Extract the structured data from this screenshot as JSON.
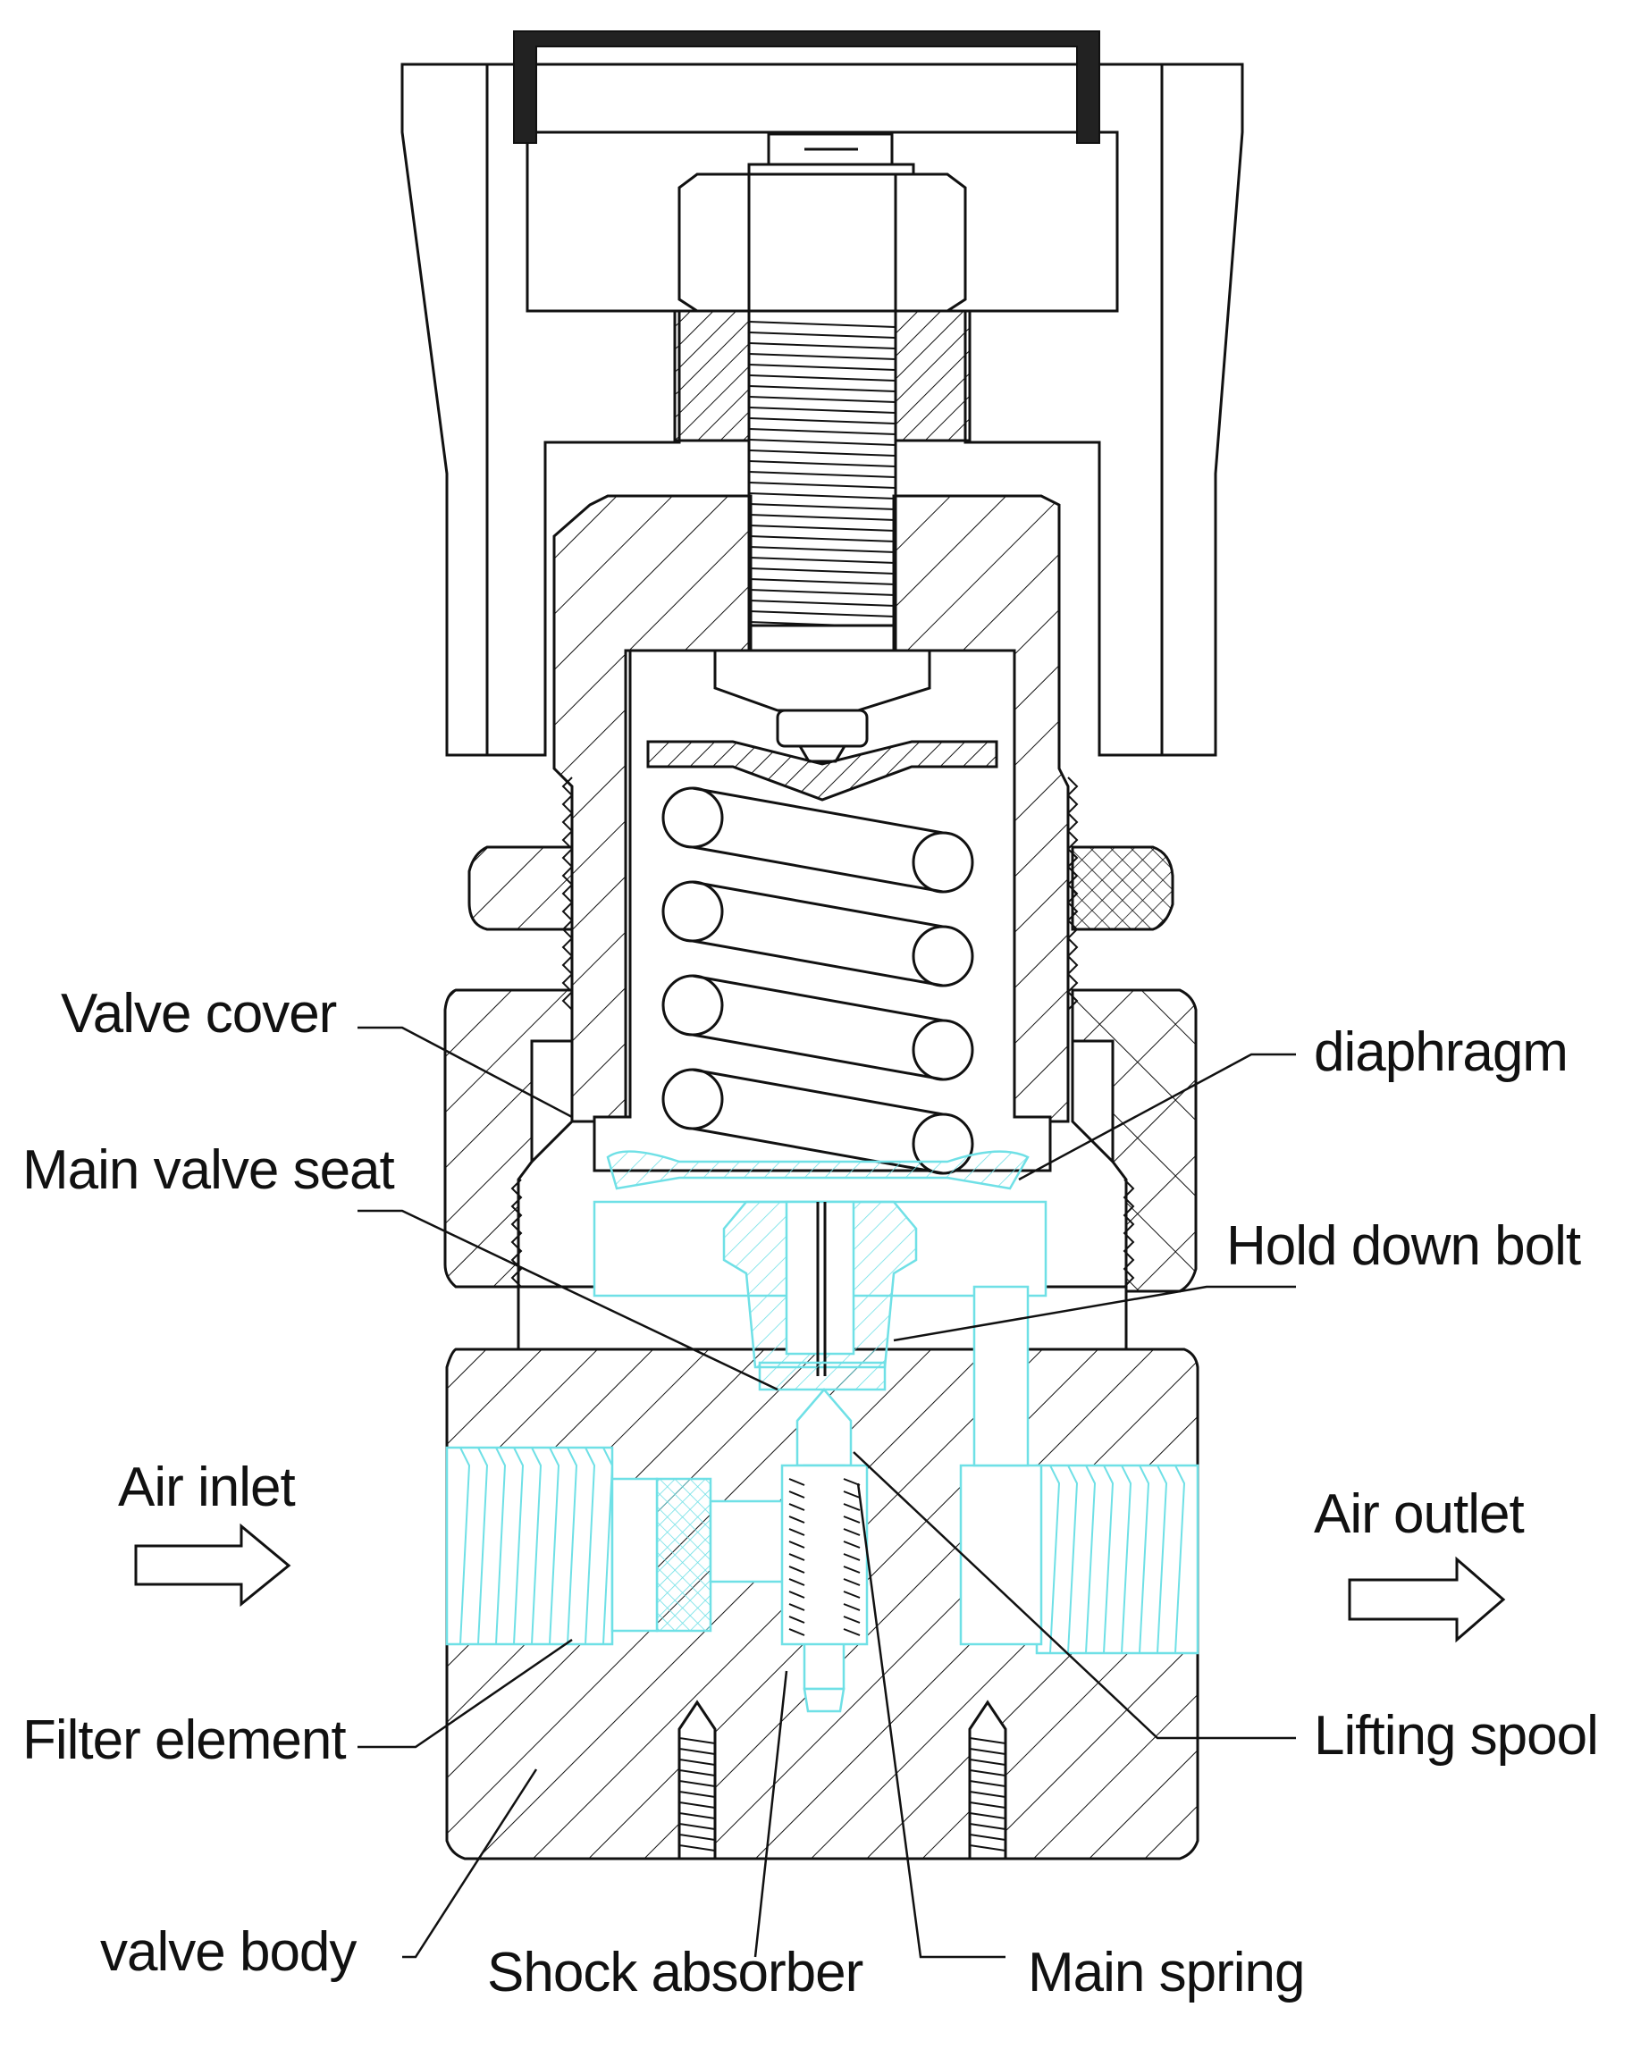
{
  "labels": {
    "valve_cover": "Valve cover",
    "main_valve_seat": "Main valve seat",
    "air_inlet": "Air inlet",
    "filter_element": "Filter element",
    "valve_body": "valve body",
    "shock_absorber": "Shock absorber",
    "main_spring": "Main spring",
    "diaphragm": "diaphragm",
    "hold_down_bolt": "Hold down bolt",
    "air_outlet": "Air outlet",
    "lifting_spool": "Lifting spool"
  },
  "colors": {
    "line": "#111111",
    "internal_parts": "#6fe0e6",
    "background": "#ffffff"
  },
  "icons": {
    "inlet_arrow": "right-arrow-icon",
    "outlet_arrow": "right-arrow-icon"
  }
}
